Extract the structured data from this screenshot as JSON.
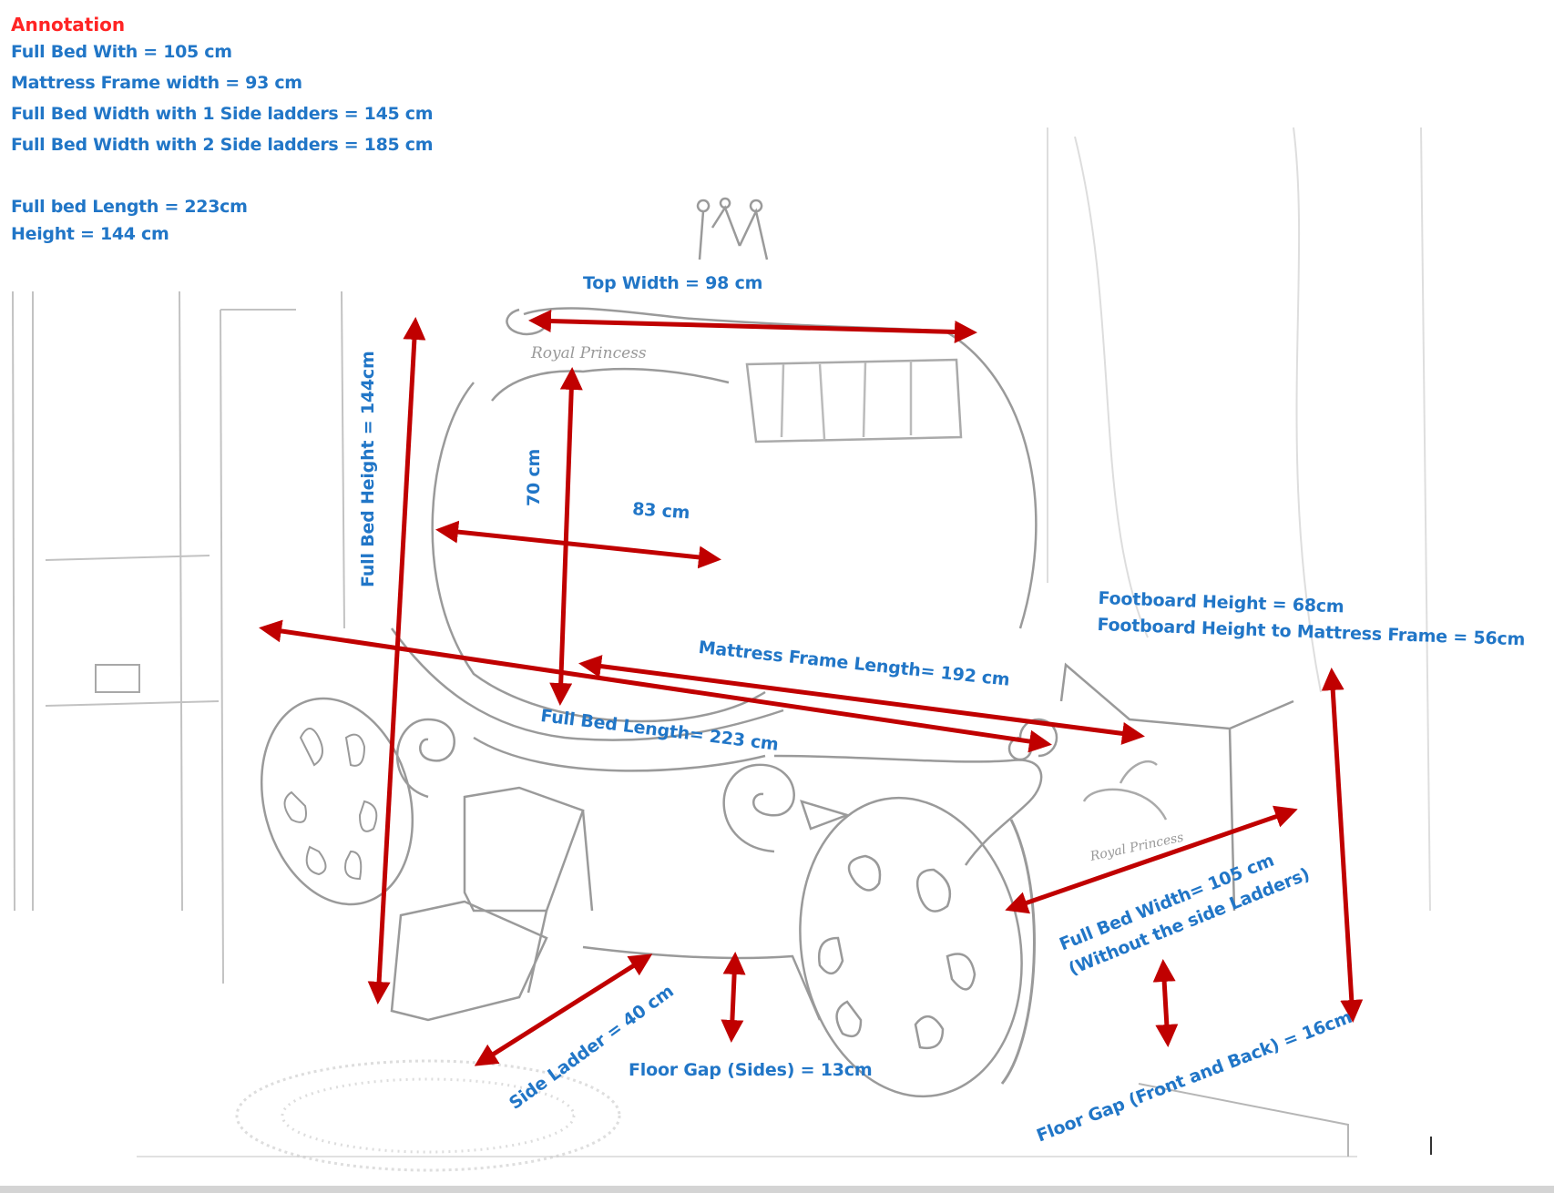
{
  "annotation": {
    "title": "Annotation",
    "lines": [
      "Full Bed With = 105 cm",
      "Mattress Frame width = 93 cm",
      "Full Bed Width with 1 Side ladders = 145 cm",
      "Full Bed Width with 2 Side ladders = 185 cm"
    ],
    "lines2": [
      "Full bed Length = 223cm",
      "Height = 144 cm"
    ]
  },
  "labels": {
    "top_width": "Top Width = 98 cm",
    "full_bed_height": "Full Bed Height = 144cm",
    "inner_height": "70 cm",
    "inner_width": "83 cm",
    "mattress_frame_length": "Mattress  Frame  Length=  192  cm",
    "full_bed_length": "Full  Bed  Length=  223  cm",
    "footboard_height": "Footboard  Height = 68cm",
    "footboard_to_mattress": "Footboard  Height to Mattress  Frame = 56cm",
    "full_bed_width": "Full Bed Width=  105 cm",
    "full_bed_width_note": "(Without  the side Ladders)",
    "side_ladder": "Side  Ladder  = 40 cm",
    "floor_gap_sides": "Floor Gap (Sides) = 13cm",
    "floor_gap_front_back": "Floor Gap (Front and Back) = 16cm",
    "brand_text": "Royal Princess"
  },
  "colors": {
    "title_red": "#ff2424",
    "label_blue": "#2176c7",
    "arrow_red": "#c00000",
    "sketch_gray": "#9a9a9a"
  }
}
